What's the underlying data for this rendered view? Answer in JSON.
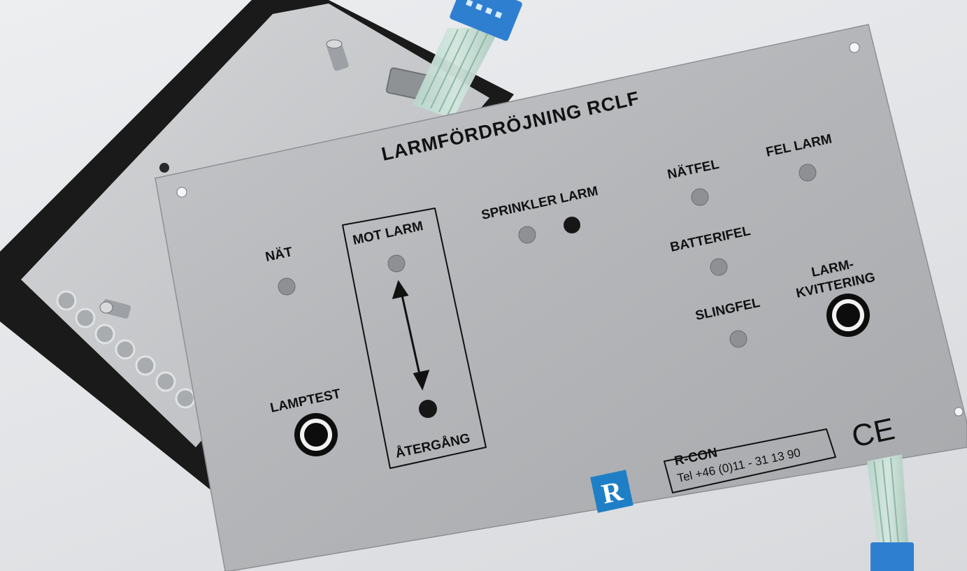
{
  "panel": {
    "title": "LARMFÖRDRÖJNING RCLF",
    "labels": {
      "nat": "NÄT",
      "mot_larm": "MOT LARM",
      "atergang": "ÅTERGÅNG",
      "lamptest": "LAMPTEST",
      "sprinkler_larm": "SPRINKLER LARM",
      "natfel": "NÄTFEL",
      "fel_larm": "FEL LARM",
      "batterifel": "BATTERIFEL",
      "slingfel": "SLINGFEL",
      "larm_line1": "LARM-",
      "larm_line2": "KVITTERING"
    },
    "brand": {
      "name": "R-CON",
      "phone": "Tel +46 (0)11 - 31 13 90",
      "logo_letter": "R"
    },
    "ce_mark": "CE"
  },
  "colors": {
    "panel_metal": "#b9bbbe",
    "foam_gasket": "#1a1a1a",
    "ribbon_connector": "#2f7fd0",
    "logo_blue": "#1e7fc6",
    "led_off": "#8e9094",
    "led_dark": "#161616"
  }
}
